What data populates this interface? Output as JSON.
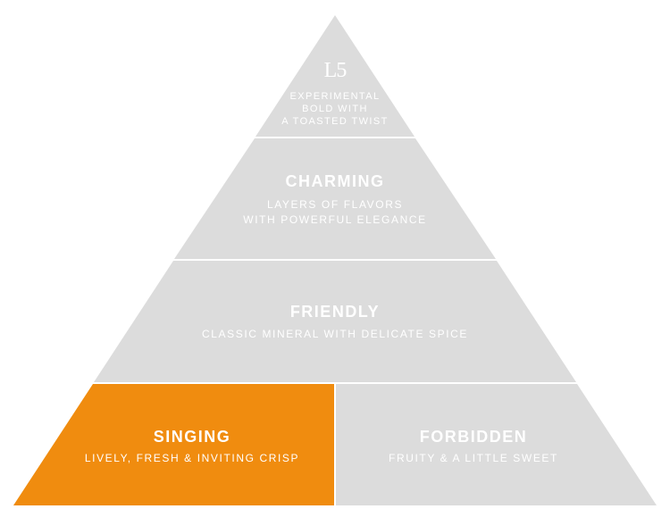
{
  "colors": {
    "tier_fill": "#dcdcdc",
    "highlight_fill": "#f08c0f",
    "text": "#ffffff",
    "divider": "#ffffff"
  },
  "top": {
    "logo": "L5",
    "lines": [
      "EXPERIMENTAL",
      "BOLD WITH",
      "A TOASTED TWIST"
    ]
  },
  "charming": {
    "title": "CHARMING",
    "lines": [
      "LAYERS OF FLAVORS",
      "WITH POWERFUL ELEGANCE"
    ]
  },
  "friendly": {
    "title": "FRIENDLY",
    "subtitle": "CLASSIC MINERAL WITH DELICATE SPICE"
  },
  "singing": {
    "title": "SINGING",
    "subtitle": "LIVELY, FRESH & INVITING CRISP",
    "highlighted": true
  },
  "forbidden": {
    "title": "FORBIDDEN",
    "subtitle": "FRUITY & A LITTLE SWEET"
  }
}
